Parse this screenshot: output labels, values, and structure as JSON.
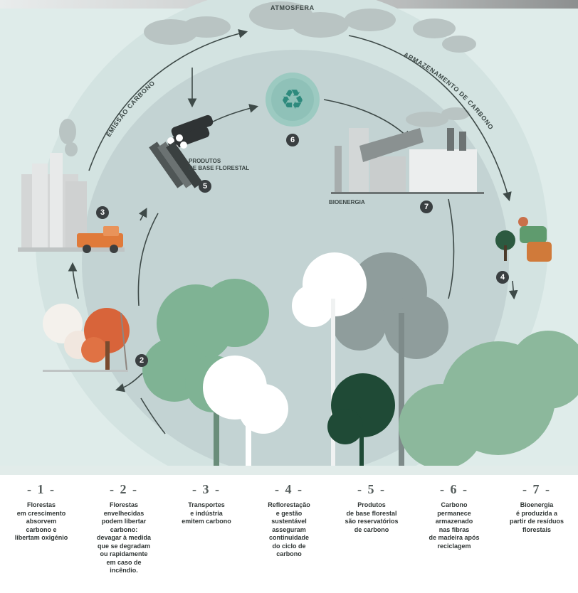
{
  "labels": {
    "atmosfera": "ATMOSFERA",
    "emissao": "EMISSÃO CARBONO",
    "armazenamento": "ARMAZENAMENTO DE CARBONO",
    "produtos": "PRODUTOS\nDE BASE FLORESTAL",
    "bioenergia": "BIOENERGIA"
  },
  "badges": [
    "❸",
    "❺",
    "❻",
    "❼",
    "❹",
    "❷"
  ],
  "badge_numbers": [
    "3",
    "5",
    "6",
    "7",
    "4",
    "2"
  ],
  "legend": [
    {
      "num": "- 1 -",
      "text": "Florestas\nem crescimento\nabsorvem\ncarbono e\nlibertam oxigénio"
    },
    {
      "num": "- 2 -",
      "text": "Florestas\nenvelhecidas\npodem libertar\ncarbono:\ndevagar à medida\nque se degradam\nou rapidamente\nem caso de\nincêndio."
    },
    {
      "num": "- 3 -",
      "text": "Transportes\ne indústria\nemitem carbono"
    },
    {
      "num": "- 4 -",
      "text": "Reflorestação\ne gestão\nsustentável\nasseguram\ncontinuidade\ndo ciclo de\ncarbono"
    },
    {
      "num": "- 5 -",
      "text": "Produtos\nde base florestal\nsão reservatórios\nde carbono"
    },
    {
      "num": "- 6 -",
      "text": "Carbono\npermanece\narmazenado\nnas fibras\nde madeira após\nreciclagem"
    },
    {
      "num": "- 7 -",
      "text": "Bioenergia\né produzida a\npartir de resíduos\nflorestais"
    }
  ],
  "colors": {
    "sky": "#dfecea",
    "circle": "#cad8d8",
    "tree_green": "#7fb394",
    "tree_dark": "#1f4a36",
    "tree_grey": "#8f9d9c",
    "tree_orange": "#d8643a",
    "truck": "#e07a3a",
    "recycle": "#2e8a7d"
  }
}
